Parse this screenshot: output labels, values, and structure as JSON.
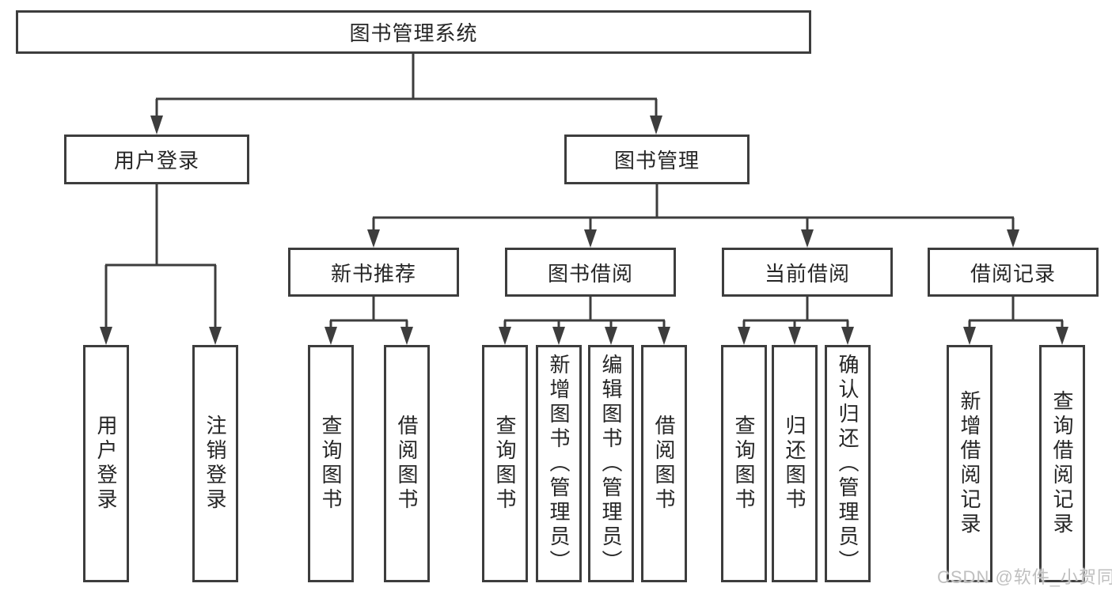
{
  "tree": {
    "label": "图书管理系统",
    "children": [
      {
        "label": "用户登录",
        "children": [
          {
            "label": "用户登录"
          },
          {
            "label": "注销登录"
          }
        ]
      },
      {
        "label": "图书管理",
        "children": [
          {
            "label": "新书推荐",
            "children": [
              {
                "label": "查询图书"
              },
              {
                "label": "借阅图书"
              }
            ]
          },
          {
            "label": "图书借阅",
            "children": [
              {
                "label": "查询图书"
              },
              {
                "label": "新增图书（管理员）"
              },
              {
                "label": "编辑图书（管理员）"
              },
              {
                "label": "借阅图书"
              }
            ]
          },
          {
            "label": "当前借阅",
            "children": [
              {
                "label": "查询图书"
              },
              {
                "label": "归还图书"
              },
              {
                "label": "确认归还（管理员）"
              }
            ]
          },
          {
            "label": "借阅记录",
            "children": [
              {
                "label": "新增借阅记录"
              },
              {
                "label": "查询借阅记录"
              }
            ]
          }
        ]
      }
    ]
  },
  "watermark": {
    "text": "CSDN @软件_小贺同学"
  },
  "colors": {
    "line": "#3d3d3d",
    "text": "#262626",
    "watermark": "#bfbfbf",
    "background": "#ffffff"
  }
}
